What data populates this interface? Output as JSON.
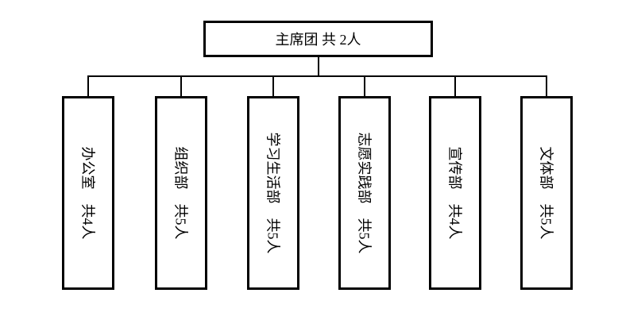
{
  "diagram": {
    "type": "org-chart",
    "colors": {
      "background": "#ffffff",
      "line": "#000000",
      "text": "#000000"
    },
    "root": {
      "label": "主席团 共 2人",
      "name": "主席团",
      "member_count": 2
    },
    "departments": [
      {
        "label": "办公室　共4人",
        "name": "办公室",
        "member_count": 4
      },
      {
        "label": "组织部　共5人",
        "name": "组织部",
        "member_count": 5
      },
      {
        "label": "学习生活部　共5人",
        "name": "学习生活部",
        "member_count": 5
      },
      {
        "label": "志愿实践部　共5人",
        "name": "志愿实践部",
        "member_count": 5
      },
      {
        "label": "宣传部　共4人",
        "name": "宣传部",
        "member_count": 4
      },
      {
        "label": "文体部　共5人",
        "name": "文体部",
        "member_count": 5
      }
    ]
  }
}
